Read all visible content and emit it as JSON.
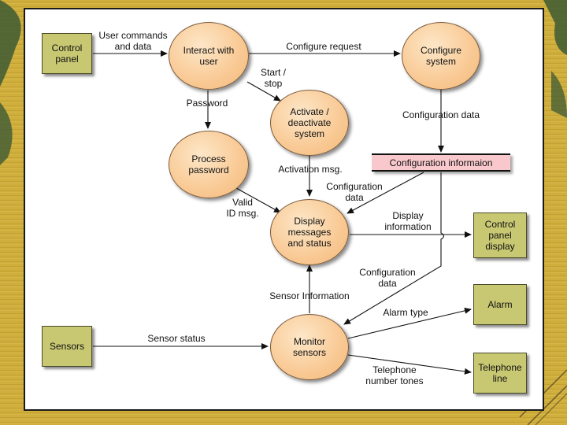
{
  "externals": {
    "control_panel": "Control\npanel",
    "sensors": "Sensors",
    "control_panel_display": "Control\npanel\ndisplay",
    "alarm": "Alarm",
    "telephone_line": "Telephone\nline"
  },
  "processes": {
    "interact_with_user": "Interact with\nuser",
    "configure_system": "Configure\nsystem",
    "process_password": "Process\npassword",
    "activate_deactivate_system": "Activate /\ndeactivate\nsystem",
    "display_messages_and_status": "Display\nmessages\nand status",
    "monitor_sensors": "Monitor\nsensors"
  },
  "data_store": "Configuration informaion",
  "flows": {
    "user_commands": "User commands\nand data",
    "configure_request": "Configure request",
    "start_stop": "Start /\nstop",
    "password": "Password",
    "configuration_data_1": "Configuration data",
    "activation_msg": "Activation msg.",
    "configuration_data_2": "Configuration\ndata",
    "valid_id_msg": "Valid\nID msg.",
    "display_information": "Display\ninformation",
    "configuration_data_3": "Configuration\ndata",
    "sensor_information": "Sensor Information",
    "alarm_type": "Alarm type",
    "sensor_status": "Sensor status",
    "telephone_number_tones": "Telephone\nnumber tones"
  },
  "colors": {
    "background": "#c9a634",
    "external_entity": "#c8c873",
    "process": "#f9c994",
    "data_store": "#f8c8cc"
  }
}
